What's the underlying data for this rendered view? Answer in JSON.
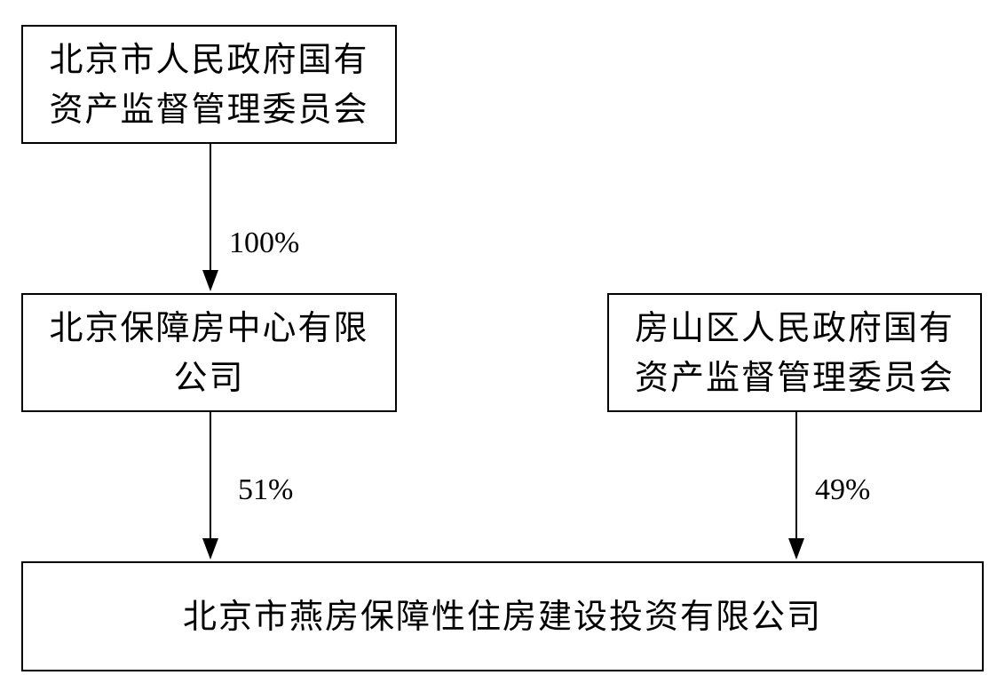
{
  "nodes": {
    "beijing_sasac": {
      "label": "北京市人民政府国有\n资产监督管理委员会"
    },
    "beijing_housing_center": {
      "label": "北京保障房中心有限\n公司"
    },
    "fangshan_sasac": {
      "label": "房山区人民政府国有\n资产监督管理委员会"
    },
    "target_company": {
      "label": "北京市燕房保障性住房建设投资有限公司"
    }
  },
  "edges": [
    {
      "from": "beijing_sasac",
      "to": "beijing_housing_center",
      "label": "100%"
    },
    {
      "from": "beijing_housing_center",
      "to": "target_company",
      "label": "51%"
    },
    {
      "from": "fangshan_sasac",
      "to": "target_company",
      "label": "49%"
    }
  ]
}
